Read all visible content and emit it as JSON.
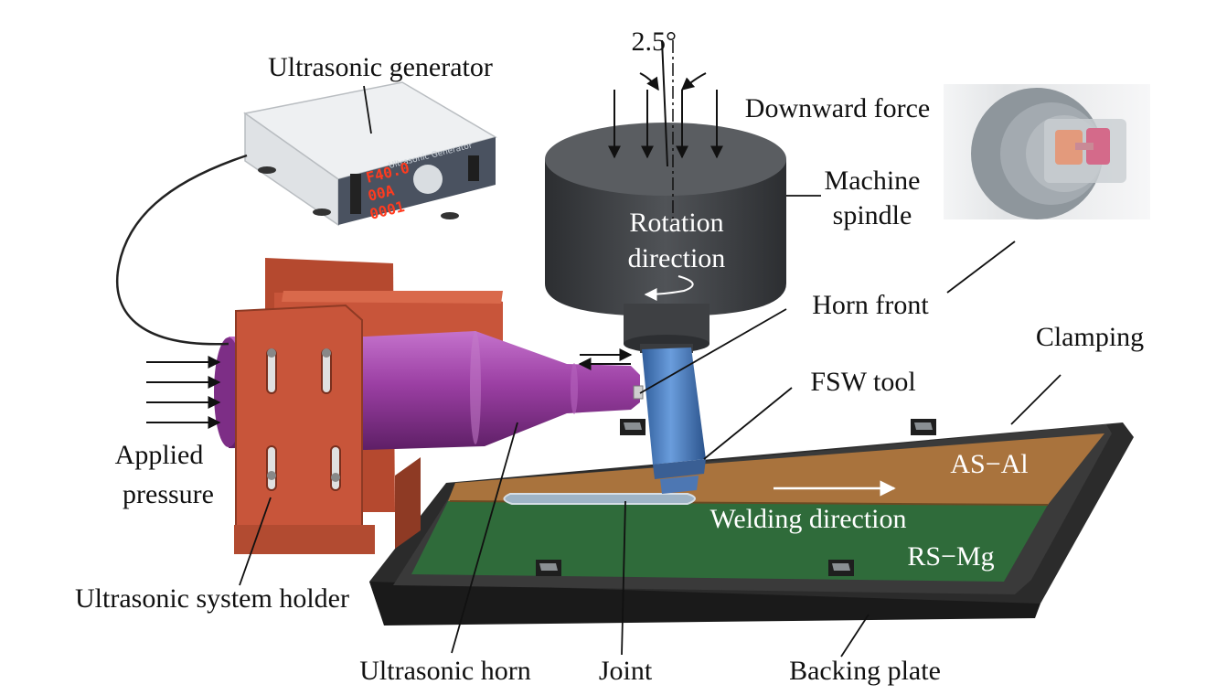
{
  "labels": {
    "angle": "2.5°",
    "ultrasonic_generator": "Ultrasonic generator",
    "downward_force": "Downward force",
    "machine_spindle_line1": "Machine",
    "machine_spindle_line2": "spindle",
    "rotation_direction_line1": "Rotation",
    "rotation_direction_line2": "direction",
    "horn_front": "Horn front",
    "clamping": "Clamping",
    "fsw_tool": "FSW tool",
    "applied_pressure_line1": "Applied",
    "applied_pressure_line2": "pressure",
    "as_al": "AS−Al",
    "welding_direction": "Welding direction",
    "rs_mg": "RS−Mg",
    "ultrasonic_system_holder": "Ultrasonic system holder",
    "ultrasonic_horn": "Ultrasonic horn",
    "joint": "Joint",
    "backing_plate": "Backing plate"
  },
  "generator_display": {
    "title": "Ultrasonic Generator",
    "line1": "F40.0",
    "line2": "00A",
    "line3": "0001"
  },
  "colors": {
    "spindle": "#3f4144",
    "tool": "#4a7fc6",
    "horn": "#9b3fa3",
    "holder": "#c8553a",
    "al_plate": "#a9733d",
    "mg_plate": "#2f6b3a",
    "backing_plate": "#2b2b2b"
  }
}
